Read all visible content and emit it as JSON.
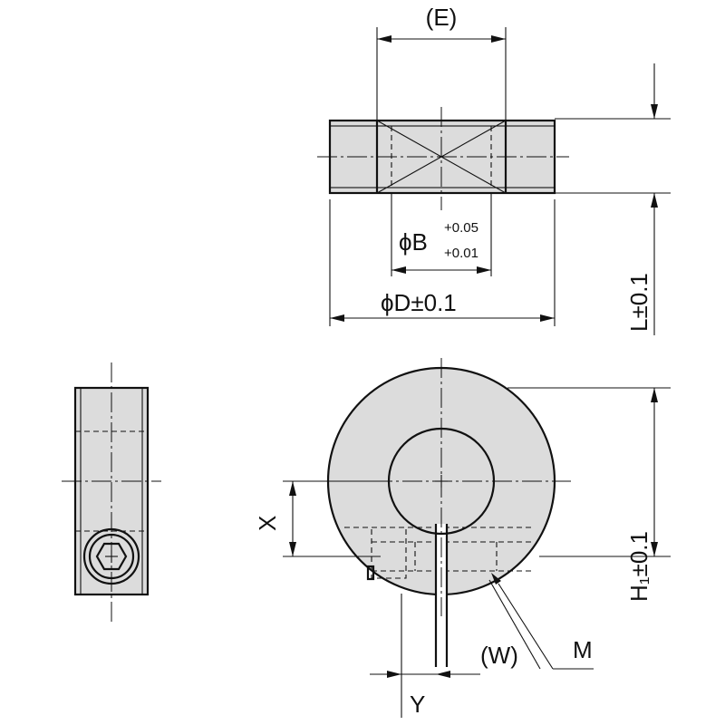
{
  "labels": {
    "E": "(E)",
    "phiB": "ϕB",
    "phiB_upper_tol": "+0.05",
    "phiB_lower_tol": "+0.01",
    "phiD": "ϕD±0.1",
    "L": "L±0.1",
    "X": "X",
    "H1": "H₁±0.1",
    "W": "(W)",
    "M": "M",
    "Y": "Y"
  }
}
